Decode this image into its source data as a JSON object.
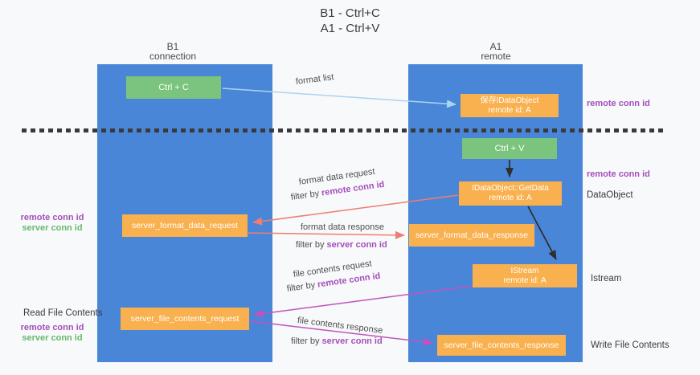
{
  "title": {
    "line1": "B1 - Ctrl+C",
    "line2": "A1 - Ctrl+V"
  },
  "columns": {
    "left": {
      "name": "B1",
      "subtitle": "connection"
    },
    "right": {
      "name": "A1",
      "subtitle": "remote"
    }
  },
  "boxes": {
    "ctrl_c": {
      "label": "Ctrl + C"
    },
    "saved_dataobject": {
      "line1": "保存IDataObject",
      "line2": "remote id: A"
    },
    "ctrl_v": {
      "label": "Ctrl + V"
    },
    "getdata": {
      "line1": "IDataObject::GetData",
      "line2": "remote id: A"
    },
    "format_request": {
      "label": "server_format_data_request"
    },
    "format_response": {
      "label": "server_format_data_response"
    },
    "istream": {
      "line1": "IStream",
      "line2": "remote id: A"
    },
    "file_request": {
      "label": "server_file_contents_request"
    },
    "file_response": {
      "label": "server_file_contents_response"
    }
  },
  "arrow_labels": {
    "format_list": "format list",
    "format_data_request": "format data request",
    "format_data_response": "format data response",
    "file_contents_request": "file contents request",
    "file_contents_response": "file contents response",
    "filter_by": "filter by ",
    "remote_conn_id": "remote conn id",
    "server_conn_id": "server conn id"
  },
  "side_labels": {
    "remote_conn_id": "remote conn id",
    "server_conn_id": "server conn id",
    "dataobject": "DataObject",
    "istream": "Istream",
    "read_file_contents": "Read File Contents",
    "write_file_contents": "Write File Contents"
  },
  "colors": {
    "column_blue": "#4a86d7",
    "box_orange": "#f9b04e",
    "box_green": "#7ac47d",
    "arrow_salmon": "#ee7d73",
    "arrow_magenta": "#c153c1",
    "arrow_lightblue": "#a9d4f1",
    "arrow_black": "#2f2f2f",
    "label_purple": "#a44fbc",
    "label_green": "#67b86c",
    "background": "#f8f9fa"
  }
}
